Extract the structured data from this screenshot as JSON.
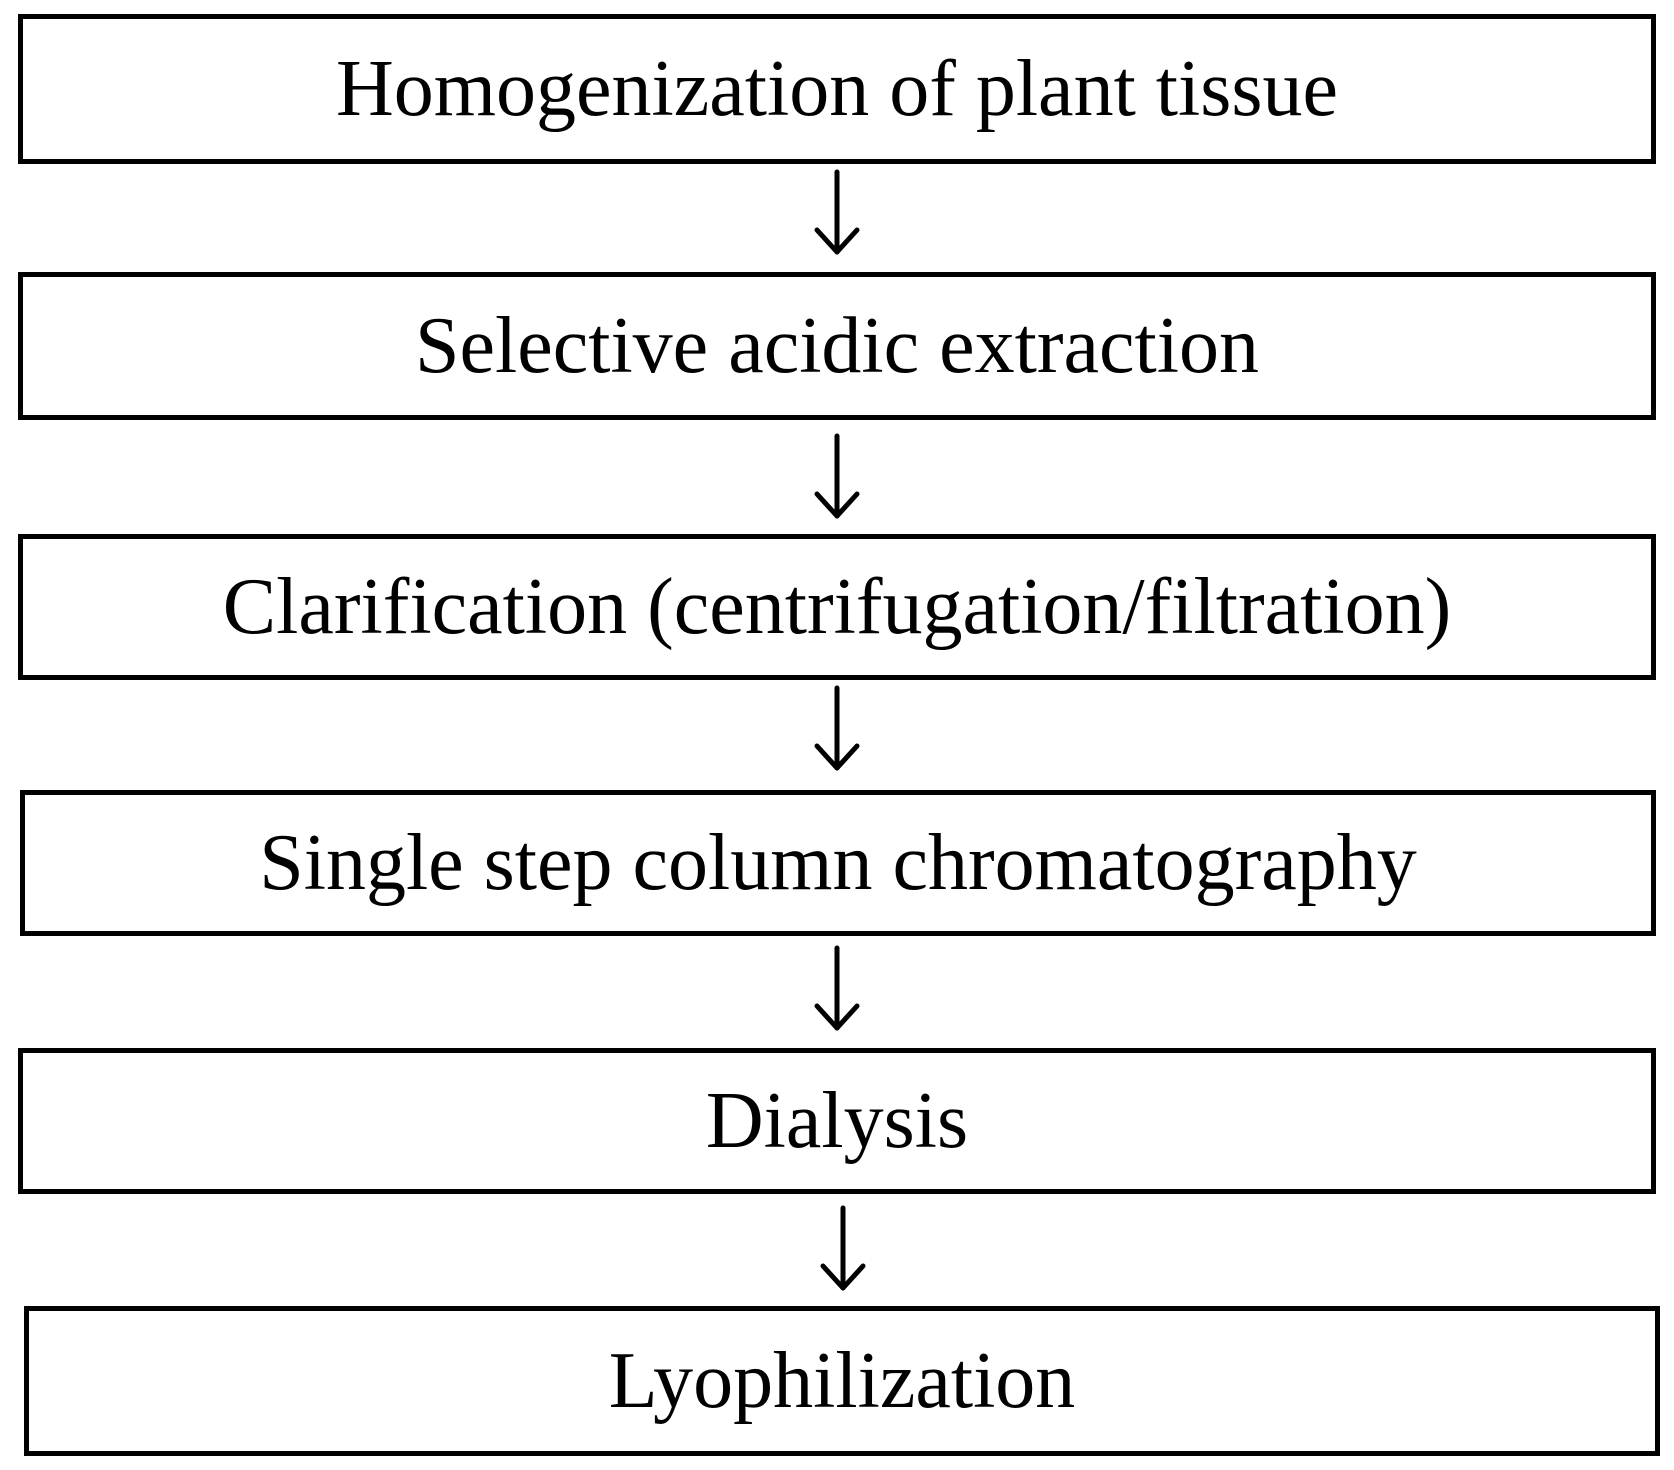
{
  "steps": [
    {
      "label": "Homogenization of plant tissue"
    },
    {
      "label": "Selective acidic extraction"
    },
    {
      "label": "Clarification (centrifugation/filtration)"
    },
    {
      "label": "Single step column chromatography"
    },
    {
      "label": "Dialysis"
    },
    {
      "label": "Lyophilization"
    }
  ],
  "connectors": [
    {
      "from": 0,
      "to": 1,
      "icon": "down-arrow-icon"
    },
    {
      "from": 1,
      "to": 2,
      "icon": "down-arrow-icon"
    },
    {
      "from": 2,
      "to": 3,
      "icon": "down-arrow-icon"
    },
    {
      "from": 3,
      "to": 4,
      "icon": "down-arrow-icon"
    },
    {
      "from": 4,
      "to": 5,
      "icon": "down-arrow-icon"
    }
  ],
  "colors": {
    "border": "#000000",
    "text": "#000000",
    "background": "#ffffff"
  }
}
